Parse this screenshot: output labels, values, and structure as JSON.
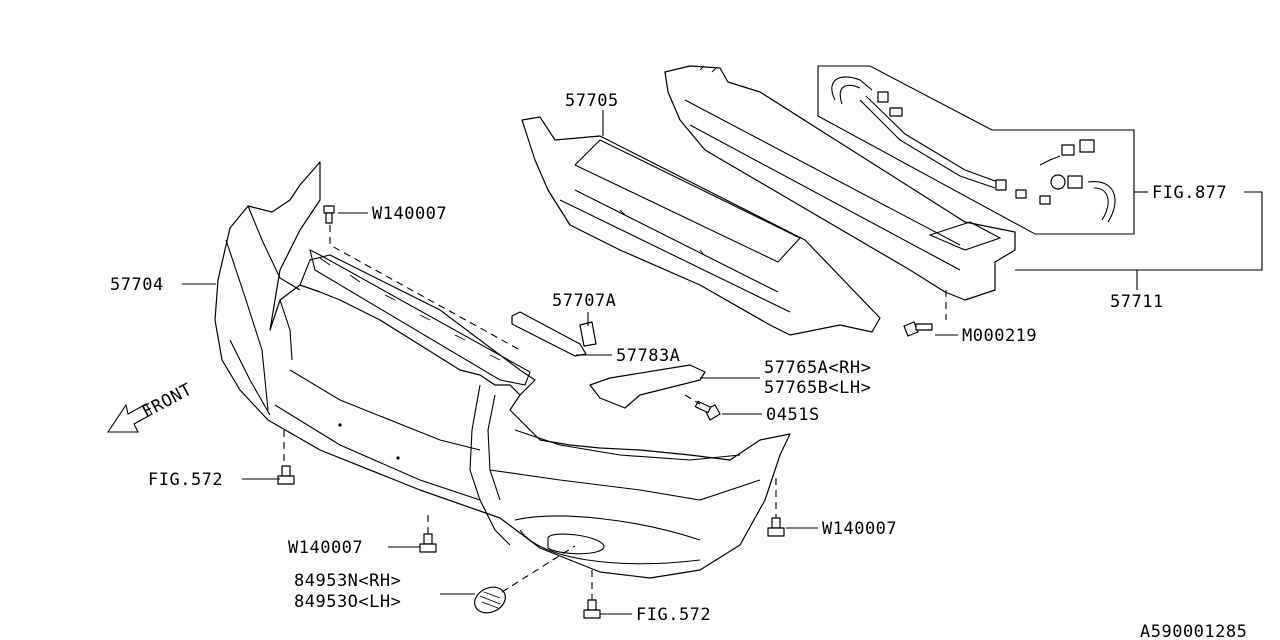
{
  "labels": {
    "bumper_face": "57704",
    "beam": "57705",
    "absorber": "57711",
    "bracket_a": "57707A",
    "clip_a": "57783A",
    "spacer_rh": "57765A<RH>",
    "spacer_lh": "57765B<LH>",
    "bolt": "0451S",
    "screw": "M000219",
    "fig_877": "FIG.877",
    "fig_572_left": "FIG.572",
    "fig_572_bottom": "FIG.572",
    "clip_top": "W140007",
    "clip_bottom_left": "W140007",
    "clip_bottom_right": "W140007",
    "cover_rh": "84953N<RH>",
    "cover_lh": "84953O<LH>",
    "front": "FRONT",
    "diagram_id": "A590001285"
  }
}
